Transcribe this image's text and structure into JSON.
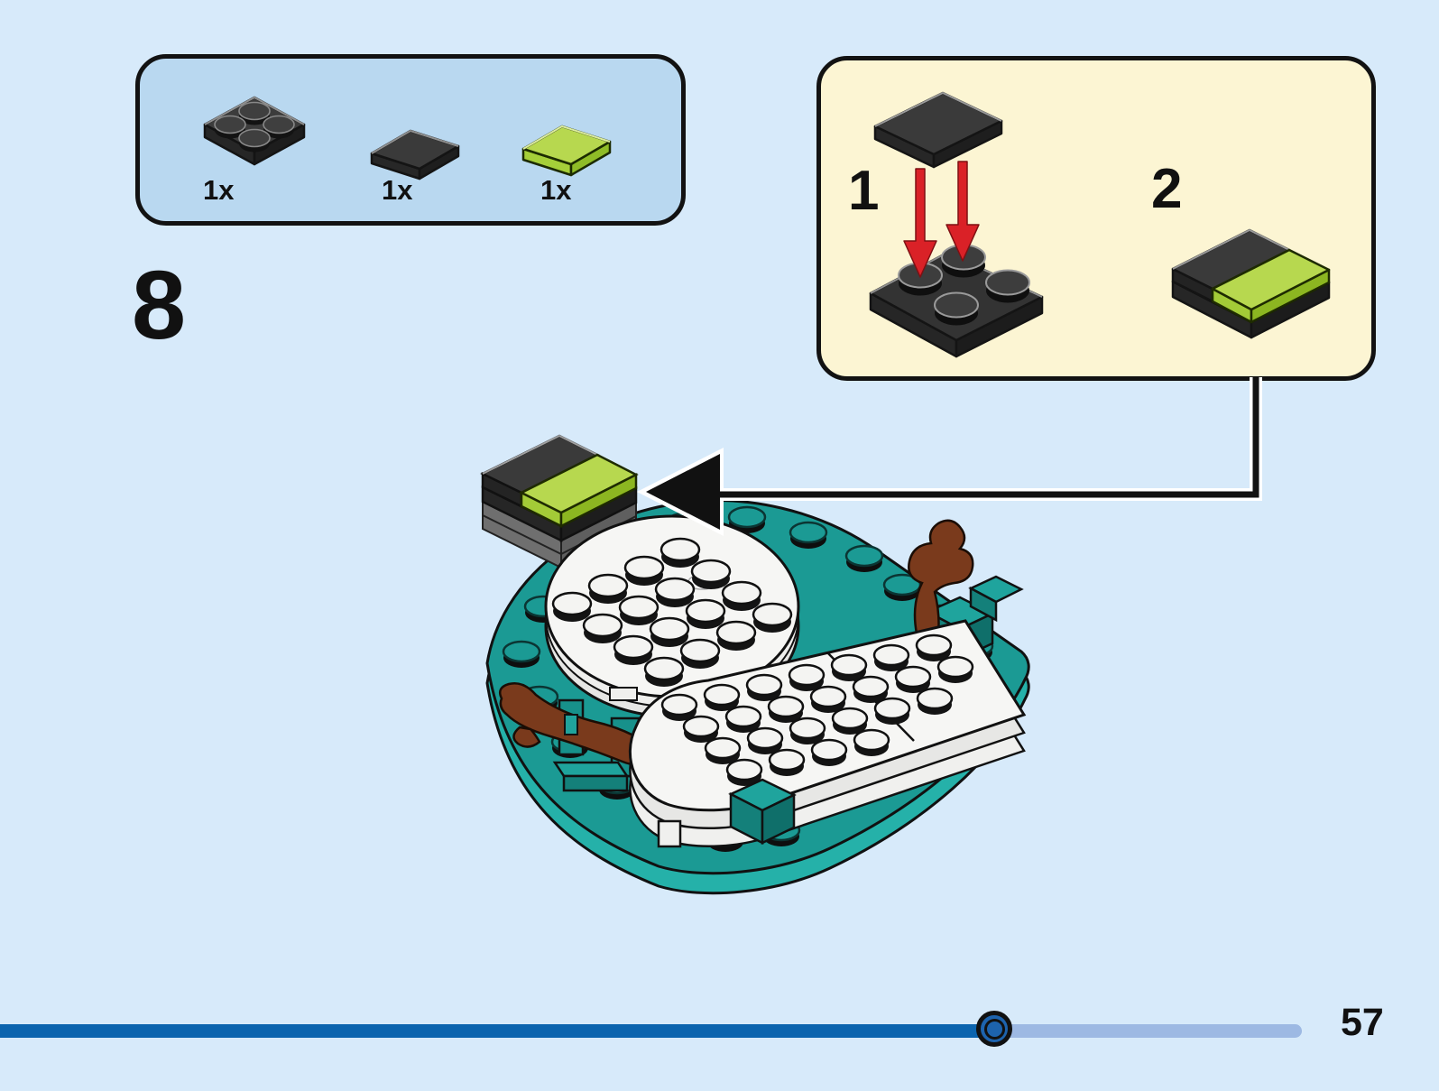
{
  "page": {
    "background_color": "#d7eafa",
    "step_number": "8",
    "page_number": "57"
  },
  "parts_panel": {
    "background_color": "#b9d8f0",
    "border_color": "#121212",
    "parts": [
      {
        "icon": "black-2x2-plate-icon",
        "count": "1x",
        "color": "#3a3a3a"
      },
      {
        "icon": "black-1x2-tile-icon",
        "count": "1x",
        "color": "#3a3a3a"
      },
      {
        "icon": "lime-1x2-tile-icon",
        "count": "1x",
        "color": "#b7d84f"
      }
    ]
  },
  "callout": {
    "background_color": "#fcf5d3",
    "border_color": "#121212",
    "arrow_color": "#da2127",
    "substeps": [
      {
        "number": "1",
        "icon": "place-black-tile-on-plate-icon"
      },
      {
        "number": "2",
        "icon": "black-and-lime-tiles-assembled-icon"
      }
    ]
  },
  "model": {
    "icon": "assembly-illustration",
    "base_color": "#1b9a94",
    "plate_color": "#f6f6f4",
    "branch_color": "#7a3a1c",
    "accent_color": "#b7d84f",
    "pointer_color": "#111111"
  },
  "progress": {
    "completed_color": "#0b64ae",
    "remaining_color": "#9db9e3",
    "knob_color": "#1d63ad"
  }
}
